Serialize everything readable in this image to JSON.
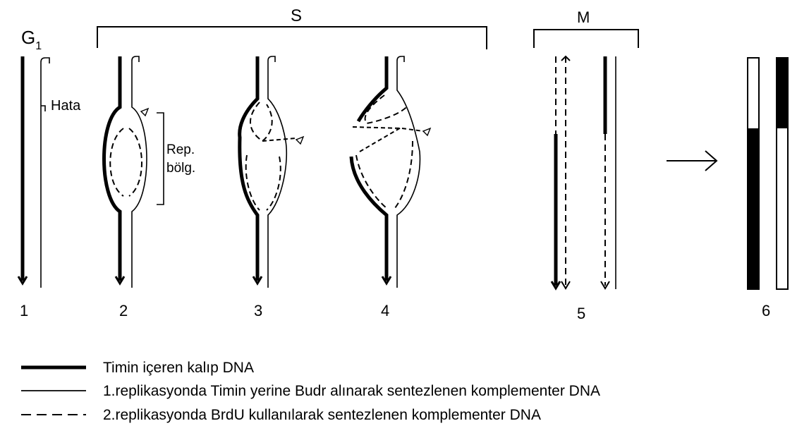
{
  "phases": {
    "g1": "G",
    "g1_sub": "1",
    "s": "S",
    "m": "M"
  },
  "annotations": {
    "error": "Hata",
    "rep_region_line1": "Rep.",
    "rep_region_line2": "bölg."
  },
  "step_numbers": [
    "1",
    "2",
    "3",
    "4",
    "5",
    "6"
  ],
  "legend": [
    {
      "style": "thick-solid",
      "text": "Timin içeren kalıp DNA"
    },
    {
      "style": "thin-solid",
      "text": "1.replikasyonda Timin yerine Budr alınarak sentezlenen komplementer DNA"
    },
    {
      "style": "dashed",
      "text": "2.replikasyonda BrdU kullanılarak sentezlenen komplementer DNA"
    }
  ],
  "colors": {
    "ink": "#000000",
    "background": "#ffffff"
  }
}
